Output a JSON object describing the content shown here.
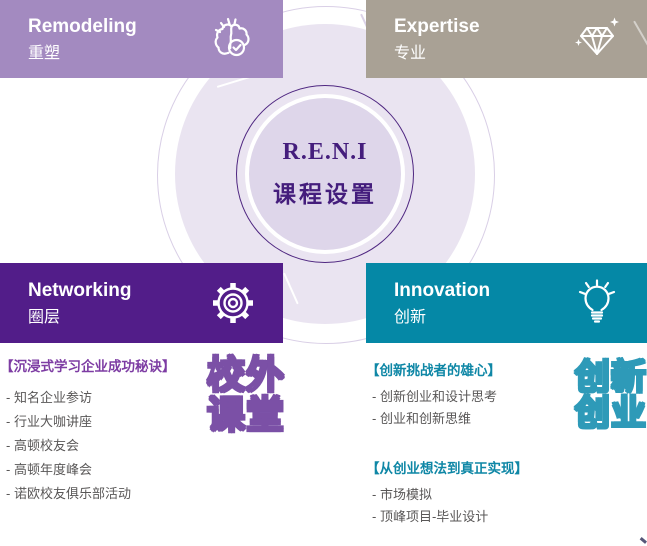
{
  "center": {
    "line1": "R.E.N.I",
    "line2": "课程设置"
  },
  "quadrants": [
    {
      "title": "Remodeling",
      "subtitle": "重塑",
      "icon": "brain-icon",
      "bg": "#a38ac0"
    },
    {
      "title": "Expertise",
      "subtitle": "专业",
      "icon": "diamond-icon",
      "bg": "#a9a195"
    },
    {
      "title": "Networking",
      "subtitle": "圈层",
      "icon": "gear-icon",
      "bg": "#521d89"
    },
    {
      "title": "Innovation",
      "subtitle": "创新",
      "icon": "lightbulb-icon",
      "bg": "#0588a6"
    }
  ],
  "left_section": {
    "header": "【沉浸式学习企业成功秘诀】",
    "items": [
      "知名企业参访",
      "行业大咖讲座",
      "高顿校友会",
      "高顿年度峰会",
      "诺欧校友俱乐部活动"
    ],
    "watermark_line1": "校外",
    "watermark_line2": "课堂"
  },
  "right_section": {
    "groups": [
      {
        "header": "【创新挑战者的雄心】",
        "items": [
          "创新创业和设计思考",
          "创业和创新思维"
        ]
      },
      {
        "header": "【从创业想法到真正实现】",
        "items": [
          "市场模拟",
          "顶峰项目-毕业设计"
        ]
      }
    ],
    "watermark_line1": "创新",
    "watermark_line2": "创业"
  },
  "colors": {
    "remodeling_bg": "#a38ac0",
    "expertise_bg": "#a9a195",
    "networking_bg": "#521d89",
    "innovation_bg": "#0588a6",
    "center_text": "#441d7c",
    "pale_disc": "#eae4f1",
    "inner_disc": "#ded6ea",
    "purple_ring": "#4f2781",
    "left_header": "#7d3ca3",
    "right_header": "#0f87a6",
    "body_text": "#595757",
    "left_watermark_outline": "#7b50a6",
    "right_watermark_outline": "#2e9ab8"
  }
}
